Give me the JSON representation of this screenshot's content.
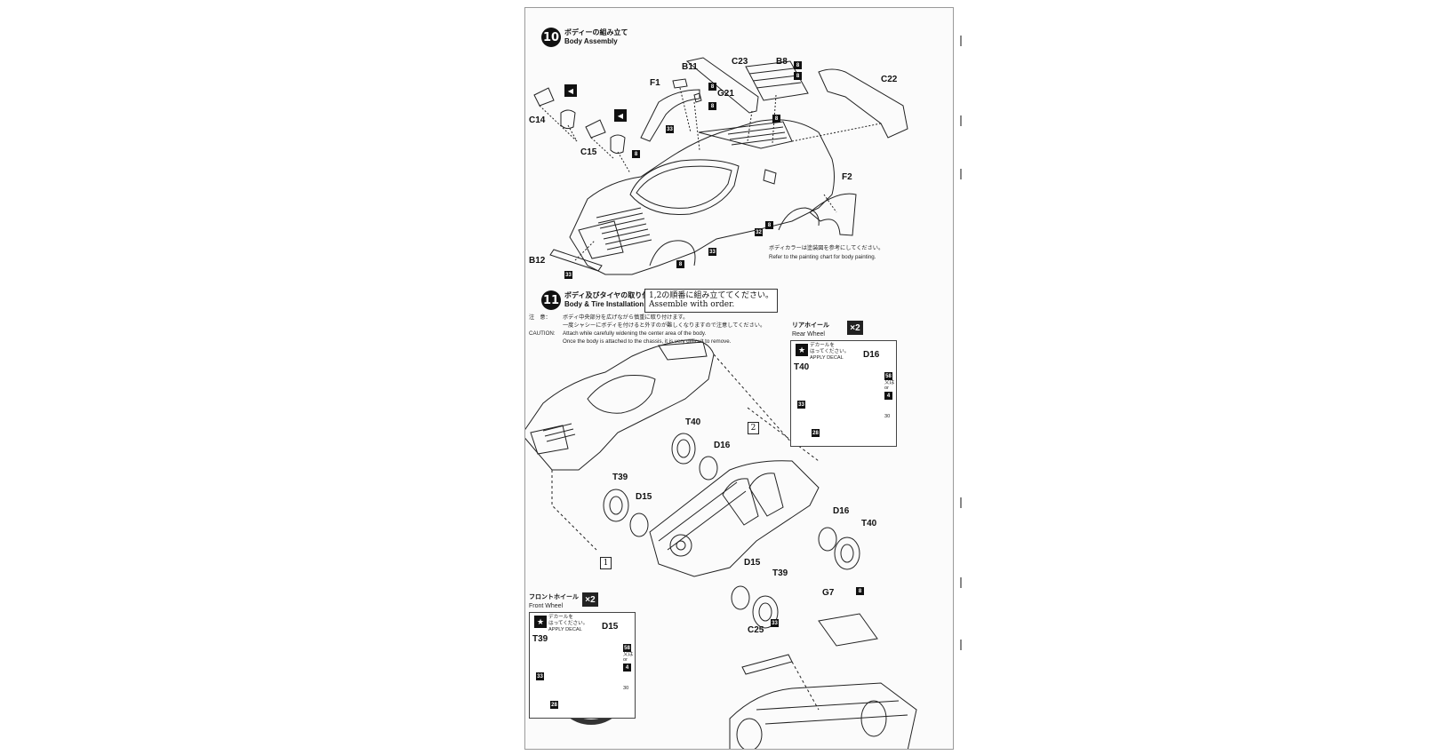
{
  "step10": {
    "number": "10",
    "title_jp": "ボディーの組み立て",
    "title_en": "Body Assembly",
    "parts": [
      "C14",
      "C15",
      "F1",
      "B11",
      "C23",
      "B8",
      "G21",
      "C22",
      "F2",
      "B12"
    ],
    "paint_codes": [
      "8",
      "8",
      "8",
      "8",
      "8",
      "33",
      "8",
      "32",
      "8",
      "33",
      "8",
      "33"
    ],
    "painting_note_jp": "ボディカラーは塗装図を参考にしてください。",
    "painting_note_en": "Refer to the painting chart for body painting."
  },
  "step11": {
    "number": "11",
    "title_jp": "ボディ及びタイヤの取り付け",
    "title_en": "Body & Tire Installation",
    "order_jp": "1,2の順番に組み立ててください。",
    "order_en": "Assemble with order.",
    "caution_label_jp": "注　意：",
    "caution_jp_1": "ボディ中央部分を広げながら慎重に取り付けます。",
    "caution_jp_2": "一度シャシーにボディを付けると外すのが難しくなりますので注意してください。",
    "caution_label_en": "CAUTION:",
    "caution_en_1": "Attach while carefully widening the center area of the body.",
    "caution_en_2": "Once the body is attached to the chassis, it is very difficult to remove.",
    "parts": [
      "T40",
      "D16",
      "T39",
      "D15",
      "D16",
      "T40",
      "D15",
      "T39",
      "G7",
      "C25"
    ],
    "step_refs": [
      "2",
      "1"
    ],
    "paint_codes": [
      "8",
      "33"
    ],
    "rear_wheel": {
      "title_jp": "リアホイール",
      "title_en": "Rear Wheel",
      "multiplier": "×2",
      "decal_jp_1": "デカールを",
      "decal_jp_2": "はってください。",
      "decal_en": "APPLY DECAL",
      "parts": [
        "D16",
        "T40"
      ],
      "paint_codes": [
        "33",
        "28",
        "30",
        "58",
        "4"
      ],
      "paint_extra": "又は",
      "paint_extra_en": "or"
    },
    "front_wheel": {
      "title_jp": "フロントホイール",
      "title_en": "Front Wheel",
      "multiplier": "×2",
      "decal_jp_1": "デカールを",
      "decal_jp_2": "はってください。",
      "decal_en": "APPLY DECAL",
      "parts": [
        "D15",
        "T39"
      ],
      "paint_codes": [
        "33",
        "28",
        "30",
        "58",
        "4"
      ],
      "paint_extra": "又は",
      "paint_extra_en": "or"
    }
  }
}
